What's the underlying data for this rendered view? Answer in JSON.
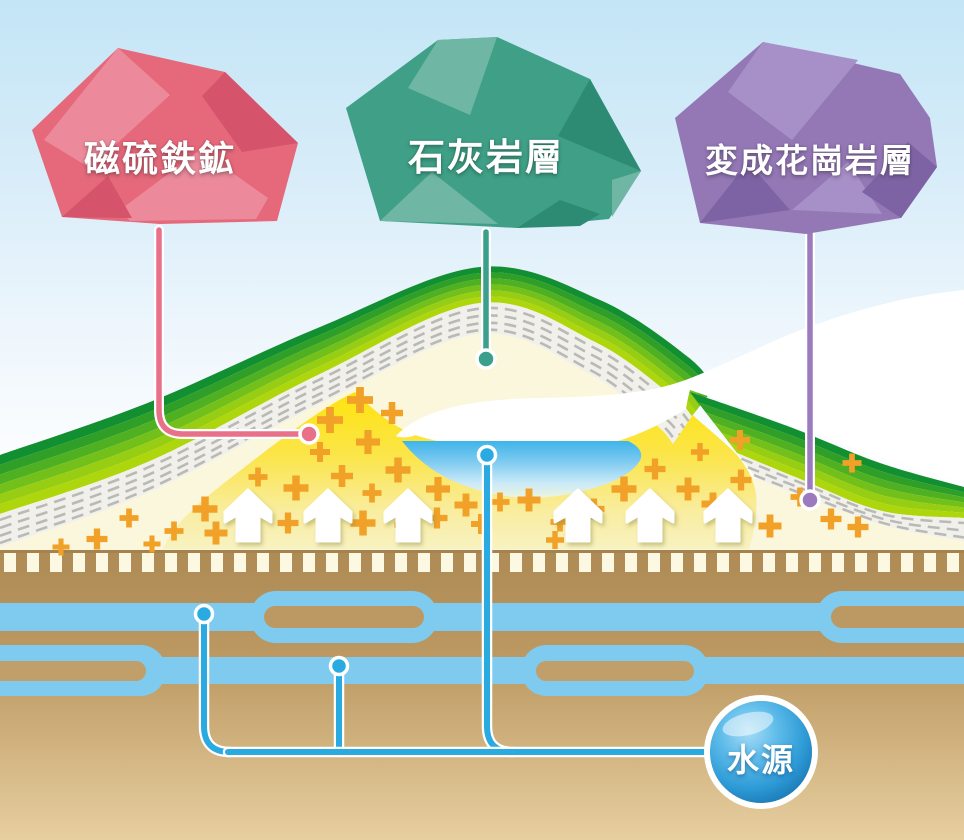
{
  "diagram": {
    "type": "geological-cross-section",
    "labels": {
      "pyrrhotite": "磁硫鉄鉱",
      "limestone": "石灰岩層",
      "metamorphic_granite": "変成花崗岩層",
      "water_source": "水源"
    },
    "legend_note": "three labeled rock samples point into the hill cross-section; underground aquifer channels connect to the water source",
    "counts": {
      "up_arrows": 6,
      "labeled_rocks": 3
    },
    "icons": {
      "up_arrow": "upflow-arrow",
      "plus_mark": "mineralization-plus",
      "water_sphere": "water-source-badge"
    },
    "colors": {
      "sky_top": "#C3E5F6",
      "pyrrhotite_rock": "#E5697B",
      "pyrrhotite_rock_light": "#EC8A9B",
      "pyrrhotite_rock_dark": "#D5536B",
      "pyrrhotite_pointer": "#E87088",
      "limestone_rock": "#3FA087",
      "limestone_rock_light": "#6FB7A4",
      "limestone_rock_dark": "#2D8B73",
      "limestone_pointer": "#3AA08B",
      "granite_rock": "#9478B6",
      "granite_rock_light": "#A78FC7",
      "granite_rock_dark": "#7E63A4",
      "granite_pointer": "#9B7BBE",
      "grass_greens": [
        "#128F30",
        "#2F9F28",
        "#4FB021",
        "#74C01A",
        "#97CD12",
        "#ADD60C"
      ],
      "subsoil_band": "#F1F0EB",
      "dash_gray": "#B9B9B6",
      "interior_cream": "#FBF7DC",
      "ore_zone_yellow": "#FFE401",
      "plus_orange": "#F2A128",
      "cavity_water_top": "#3EB4E9",
      "ground_brown": "#BD9A63",
      "hatch_tooth": "#FCF8E1",
      "aquifer_blue": "#7FCBEF",
      "water_line_blue": "#29ABE2",
      "sphere_deep_blue": "#1672AE"
    }
  }
}
